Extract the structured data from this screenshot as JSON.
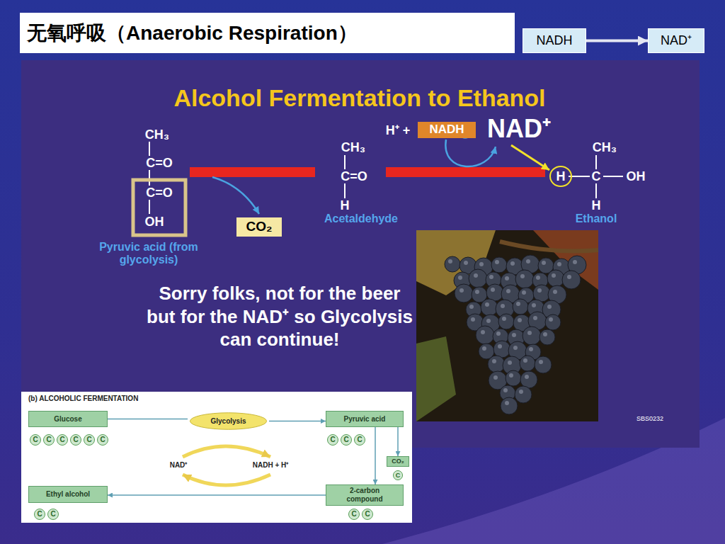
{
  "diagram": {
    "title": "无氧呼吸（Anaerobic Respiration）",
    "nodes": [
      {
        "text": [
          "NADH"
        ]
      },
      {
        "text": [
          "NAD⁺"
        ]
      },
      {
        "text": [
          "Alcohol Fermentation to Ethanol",
          "Sorry folks, not for the beer but for the NAD⁺ so Glycolysis can continue!"
        ]
      },
      {
        "text": [
          "NADH"
        ],
        "in": 2
      },
      {
        "text": [
          "CO₂"
        ],
        "in": 2
      },
      {
        "text": [
          "(b) ALCOHOLIC FERMENTATION"
        ]
      },
      {
        "text": [
          "Glucose"
        ],
        "in": 5
      },
      {
        "text": [
          "Glycolysis"
        ],
        "in": 5
      },
      {
        "text": [
          "Pyruvic acid"
        ],
        "in": 5
      },
      {
        "text": [
          "C"
        ],
        "in": 5
      },
      {
        "text": [
          "C"
        ],
        "in": 5
      },
      {
        "text": [
          "C"
        ],
        "in": 5
      },
      {
        "text": [
          "C"
        ],
        "in": 5
      },
      {
        "text": [
          "C"
        ],
        "in": 5
      },
      {
        "text": [
          "C"
        ],
        "in": 5
      },
      {
        "text": [
          "C"
        ],
        "in": 5
      },
      {
        "text": [
          "C"
        ],
        "in": 5
      },
      {
        "text": [
          "C"
        ],
        "in": 5
      },
      {
        "text": [
          "CO₂"
        ],
        "in": 5
      },
      {
        "text": [
          "C"
        ],
        "in": 5
      },
      {
        "text": [
          "Ethyl alcohol"
        ],
        "in": 5
      },
      {
        "text": [
          "2-carbon compound"
        ],
        "in": 5
      },
      {
        "text": [
          "C"
        ],
        "in": 5
      },
      {
        "text": [
          "C"
        ],
        "in": 5
      },
      {
        "text": [
          "C"
        ],
        "in": 5
      },
      {
        "text": [
          "C"
        ],
        "in": 5
      }
    ],
    "edges": [
      {
        "from": 0,
        "to": 1,
        "arrow": "to"
      },
      {
        "from": 6,
        "to": 7,
        "arrow": "none"
      },
      {
        "from": 7,
        "to": 8,
        "arrow": "to"
      },
      {
        "from": 8,
        "to": 21,
        "arrow": "to"
      },
      {
        "from": 8,
        "to": 18,
        "arrow": "to"
      },
      {
        "from": 21,
        "to": 20,
        "arrow": "to"
      }
    ],
    "labels": [
      "CH₃",
      "C=O",
      "C=O",
      "OH",
      "Pyruvic acid (from glycolysis)",
      "CH₃",
      "C=O",
      "H",
      "Acetaldehyde",
      "H⁺ +",
      "NAD⁺",
      "CH₃",
      "H",
      "C",
      "OH",
      "H",
      "Ethanol",
      "SBS0232",
      "NAD⁺",
      "NADH + H⁺"
    ]
  }
}
